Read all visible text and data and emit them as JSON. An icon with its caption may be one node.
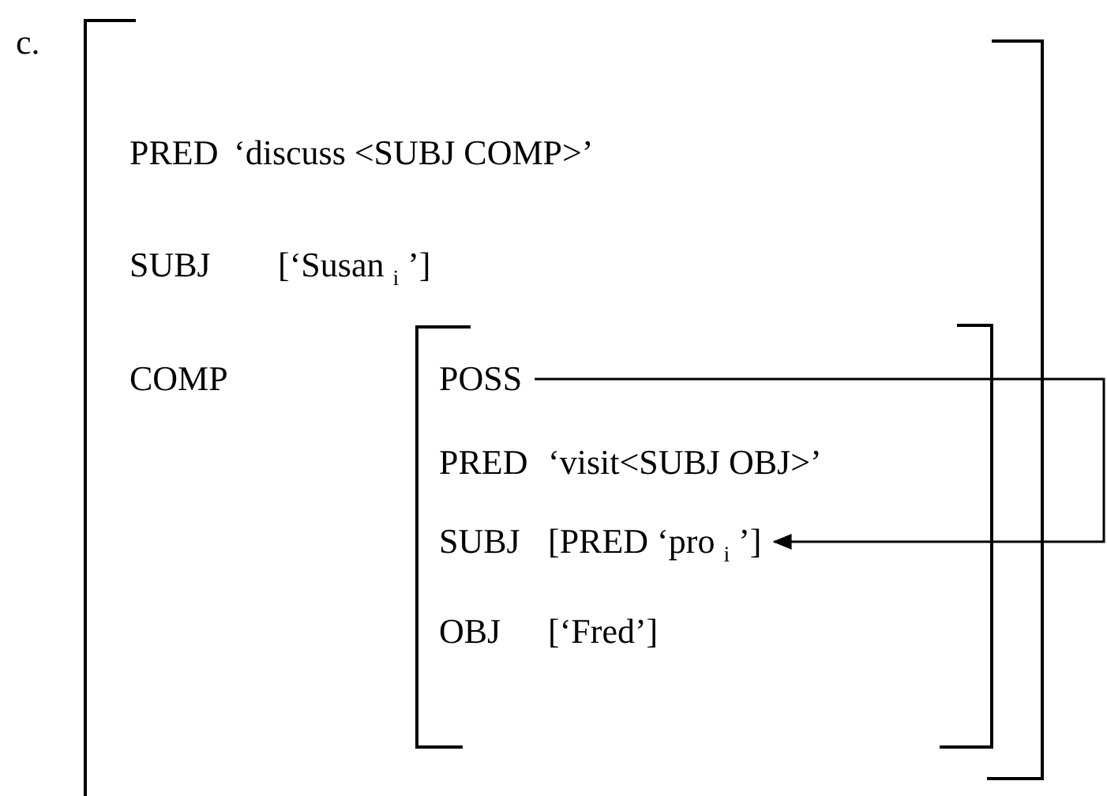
{
  "diagram": {
    "nodes": [
      {
        "text": [
          "c.",
          "PRED",
          "‘discuss <SUBJ COMP>’",
          "SUBJ",
          "[‘Susan $_{i}$ ’]",
          "COMP"
        ]
      },
      {
        "text": [
          "PRED",
          "‘visit<SUBJ OBJ>’",
          "SUBJ",
          "OBJ",
          "[‘Fred’]"
        ],
        "in": 0
      },
      {
        "text": [
          "POSS"
        ],
        "in": 1
      },
      {
        "text": [
          "[PRED ‘pro $_{i}$ ’]"
        ],
        "in": 1
      }
    ],
    "edges": [
      {
        "from": 2,
        "to": 3,
        "arrow": "to"
      }
    ]
  }
}
